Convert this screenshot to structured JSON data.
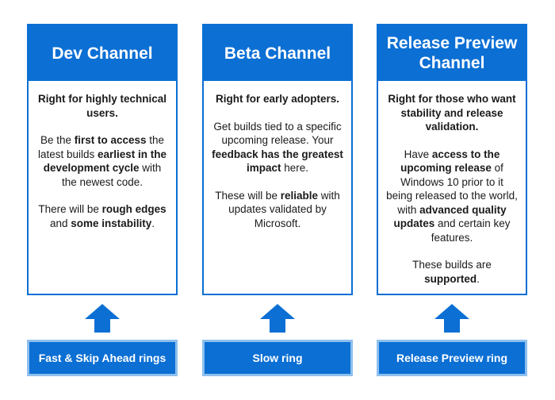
{
  "channels": [
    {
      "title": "Dev Channel",
      "summary": "Right for highly technical users.",
      "para1": [
        {
          "t": "Be the ",
          "b": false
        },
        {
          "t": "first to access",
          "b": true
        },
        {
          "t": " the latest builds ",
          "b": false
        },
        {
          "t": "earliest in the development cycle",
          "b": true
        },
        {
          "t": " with the newest code.",
          "b": false
        }
      ],
      "para2": [
        {
          "t": "There will be ",
          "b": false
        },
        {
          "t": "rough edges",
          "b": true
        },
        {
          "t": " and ",
          "b": false
        },
        {
          "t": "some instability",
          "b": true
        },
        {
          "t": ".",
          "b": false
        }
      ],
      "ring": "Fast & Skip Ahead rings"
    },
    {
      "title": "Beta Channel",
      "summary": "Right for early adopters.",
      "para1": [
        {
          "t": "Get builds tied to a specific upcoming release. Your ",
          "b": false
        },
        {
          "t": "feedback has the greatest impact",
          "b": true
        },
        {
          "t": " here.",
          "b": false
        }
      ],
      "para2": [
        {
          "t": "These will be ",
          "b": false
        },
        {
          "t": "reliable",
          "b": true
        },
        {
          "t": " with updates validated by Microsoft.",
          "b": false
        }
      ],
      "ring": "Slow ring"
    },
    {
      "title": "Release Preview Channel",
      "summary": "Right for those who want stability and release validation.",
      "para1": [
        {
          "t": "Have ",
          "b": false
        },
        {
          "t": "access to the upcoming release",
          "b": true
        },
        {
          "t": " of Windows 10 prior to it being released to the world, with ",
          "b": false
        },
        {
          "t": "advanced quality updates",
          "b": true
        },
        {
          "t": " and certain key features.",
          "b": false
        }
      ],
      "para2": [
        {
          "t": "These builds are ",
          "b": false
        },
        {
          "t": "supported",
          "b": true
        },
        {
          "t": ".",
          "b": false
        }
      ],
      "ring": "Release Preview ring"
    }
  ]
}
